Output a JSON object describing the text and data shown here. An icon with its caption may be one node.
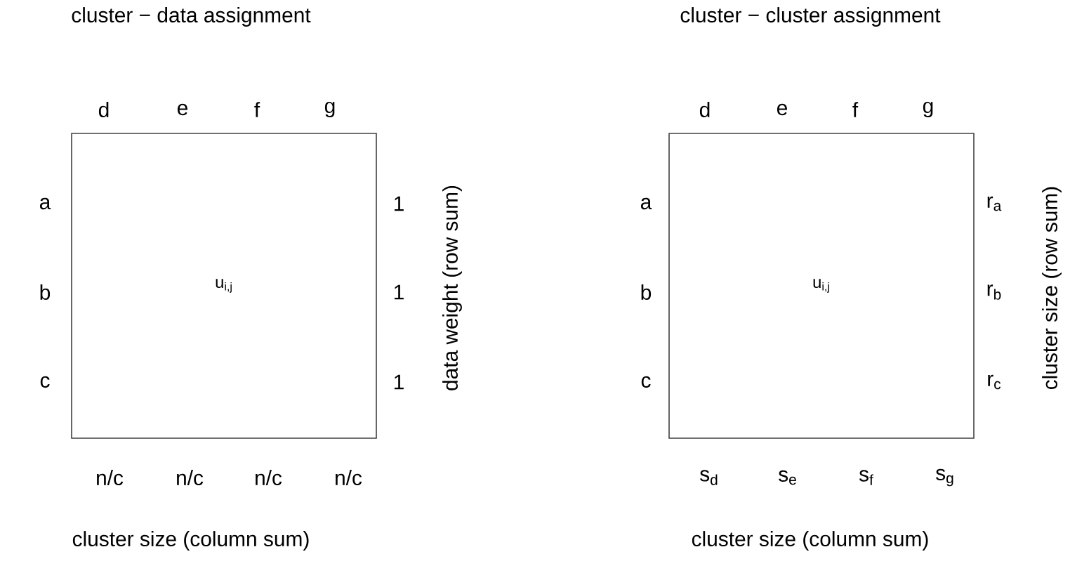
{
  "diagram": {
    "nodes": [
      {
        "text": [
          "u$_{i,j}$"
        ]
      },
      {
        "text": [
          "u$_{i,j}$"
        ]
      }
    ],
    "labels": [
      "cluster − data assignment",
      "d",
      "e",
      "f",
      "g",
      "a",
      "b",
      "c",
      "1",
      "1",
      "1",
      "data weight (row sum)",
      "n/c",
      "n/c",
      "n/c",
      "n/c",
      "cluster size (column sum)",
      "cluster − cluster assignment",
      "d",
      "e",
      "f",
      "g",
      "a",
      "b",
      "c",
      "r$_{a}$",
      "r$_{b}$",
      "r$_{c}$",
      "cluster size (row sum)",
      "s$_{d}$",
      "s$_{e}$",
      "s$_{f}$",
      "s$_{g}$",
      "cluster size (column sum)"
    ]
  }
}
